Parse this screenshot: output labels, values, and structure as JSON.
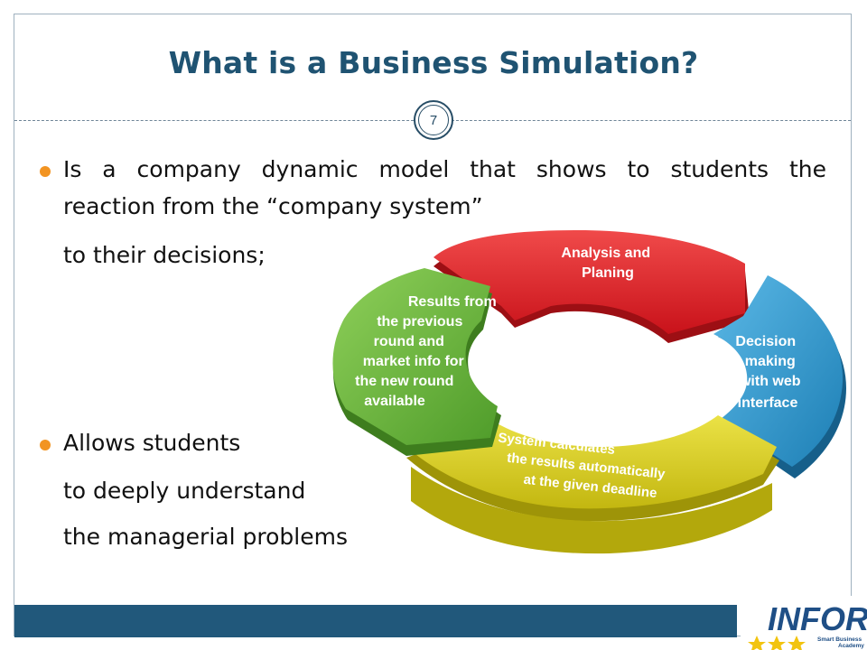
{
  "slide": {
    "title": "What is a Business Simulation?",
    "number": "7",
    "bullets": [
      {
        "lines": [
          "Is a company dynamic model that shows to students the",
          "reaction from the “company system”",
          "to their decisions;"
        ]
      },
      {
        "lines": [
          "Allows students",
          "to deeply understand",
          "the managerial problems"
        ]
      }
    ]
  },
  "diagram": {
    "segments": {
      "analysis": [
        "Analysis and",
        "Planing"
      ],
      "decision": [
        "Decision",
        "making",
        "with web",
        "interface"
      ],
      "system": [
        "System calculates",
        "the results automatically",
        "at the given deadline"
      ],
      "results": [
        "Results from",
        "the previous",
        "round and",
        "market info for",
        "the new round",
        "available"
      ]
    },
    "colors": {
      "red": "#e21b22",
      "blue": "#2d98cf",
      "yellow": "#d6c91d",
      "green": "#6cb33e"
    }
  },
  "logo": {
    "name": "INFOR",
    "tagline": [
      "Smart Business",
      "Academy"
    ]
  },
  "theme": {
    "title_color": "#1f5372",
    "bar_color": "#21587b",
    "bullet_color": "#f29422"
  }
}
